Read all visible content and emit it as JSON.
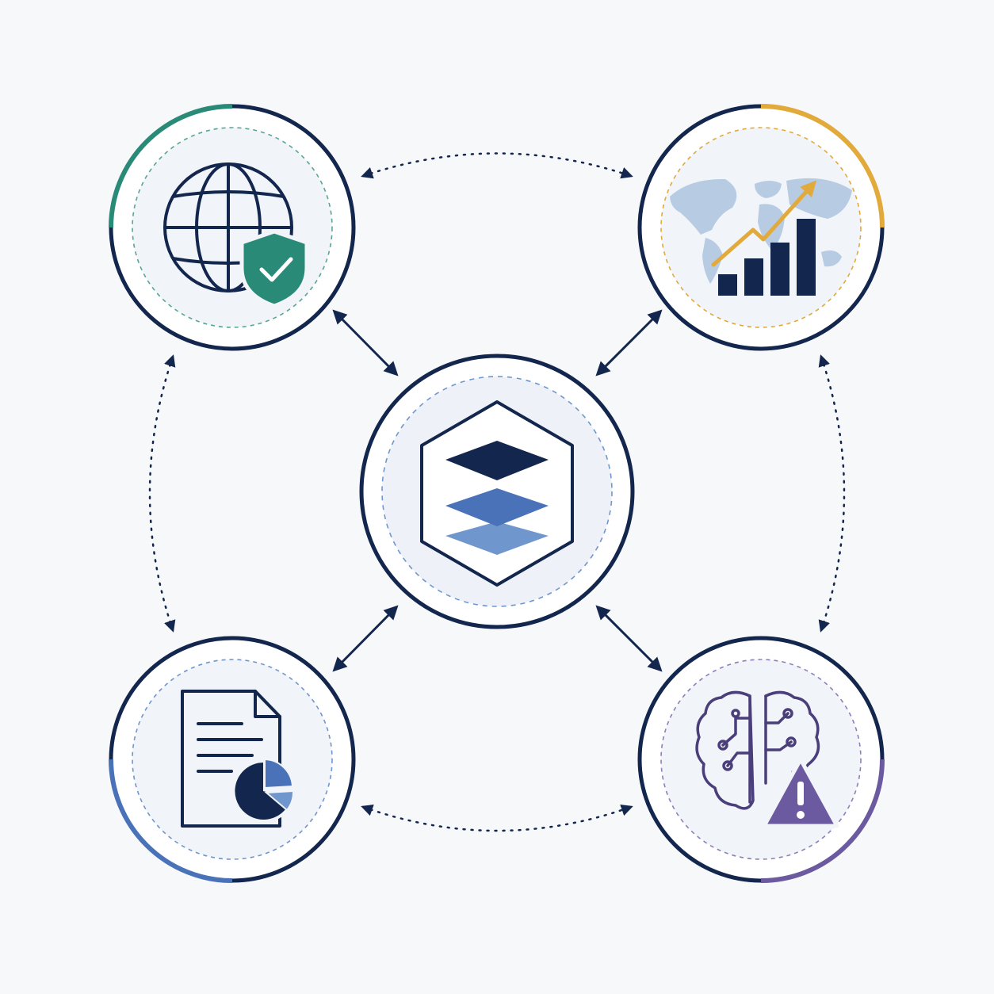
{
  "colors": {
    "background": "#f7f8fa",
    "navy": "#13264d",
    "teal": "#2a8a78",
    "gold": "#e2a93b",
    "blue": "#4a72b8",
    "purple": "#6b5aa0",
    "light_blue": "#6f97cd",
    "map_blue": "#b7cbe3",
    "node_fill": "#eef2f8"
  },
  "nodes": [
    {
      "id": "hub",
      "icon": "layers-hexagon-icon"
    },
    {
      "id": "top-left",
      "icon": "globe-shield-check-icon",
      "accent": "teal"
    },
    {
      "id": "top-right",
      "icon": "world-map-growth-chart-icon",
      "accent": "gold"
    },
    {
      "id": "bottom-left",
      "icon": "document-pie-chart-icon",
      "accent": "blue"
    },
    {
      "id": "bottom-right",
      "icon": "brain-circuit-warning-icon",
      "accent": "purple"
    }
  ],
  "connections": [
    {
      "from": "hub",
      "to": "top-left",
      "style": "solid",
      "direction": "bidirectional"
    },
    {
      "from": "hub",
      "to": "top-right",
      "style": "solid",
      "direction": "bidirectional"
    },
    {
      "from": "hub",
      "to": "bottom-left",
      "style": "solid",
      "direction": "bidirectional"
    },
    {
      "from": "hub",
      "to": "bottom-right",
      "style": "solid",
      "direction": "bidirectional"
    },
    {
      "from": "top-left",
      "to": "top-right",
      "style": "dotted",
      "direction": "bidirectional"
    },
    {
      "from": "bottom-left",
      "to": "bottom-right",
      "style": "dotted",
      "direction": "bidirectional"
    },
    {
      "from": "top-left",
      "to": "bottom-left",
      "style": "dotted",
      "direction": "bidirectional"
    },
    {
      "from": "top-right",
      "to": "bottom-right",
      "style": "dotted",
      "direction": "bidirectional"
    }
  ]
}
